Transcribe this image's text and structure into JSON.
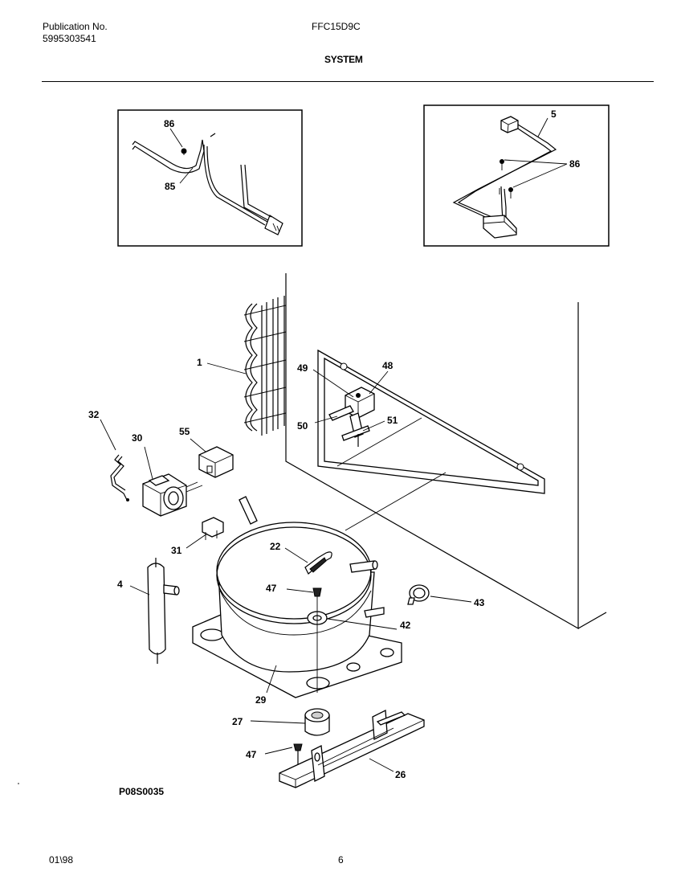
{
  "header": {
    "publication_label": "Publication No.",
    "publication_number": "5995303541",
    "model": "FFC15D9C",
    "section_title": "SYSTEM"
  },
  "callouts": {
    "inset_left": [
      "86",
      "85"
    ],
    "inset_right": [
      "5",
      "86"
    ],
    "main": [
      "1",
      "49",
      "48",
      "50",
      "51",
      "32",
      "30",
      "55",
      "31",
      "22",
      "47",
      "4",
      "43",
      "42",
      "29",
      "27",
      "47",
      "26"
    ]
  },
  "drawing_code": "P08S0035",
  "footer": {
    "date": "01\\98",
    "page": "6"
  }
}
